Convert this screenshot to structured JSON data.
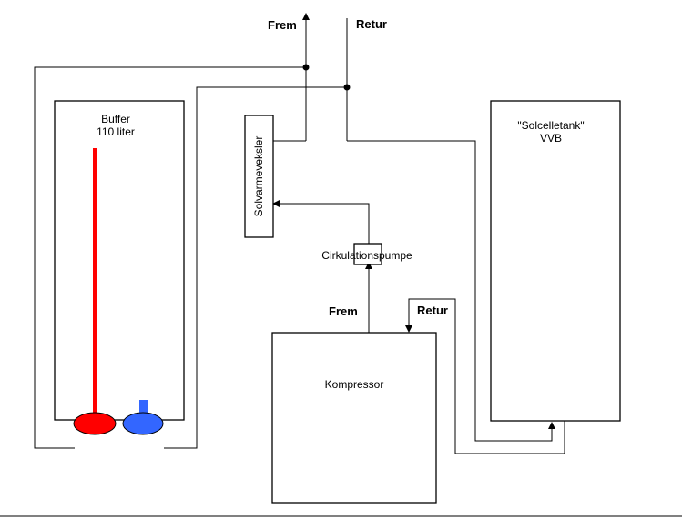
{
  "labels": {
    "top_frem": "Frem",
    "top_retur": "Retur",
    "buffer_title": "Buffer",
    "buffer_volume": "110 liter",
    "solvarmeveksler": "Solvarmeveksler",
    "solcelletank": "\"Solcelletank\"",
    "vvb": "VVB",
    "cirkulationspumpe": "Cirkulationspumpe",
    "compressor_frem": "Frem",
    "compressor_retur": "Retur",
    "kompressor": "Kompressor"
  },
  "colors": {
    "hot_element": "#ff0000",
    "cold_element": "#3366ff",
    "line": "#000000",
    "background": "#ffffff"
  }
}
